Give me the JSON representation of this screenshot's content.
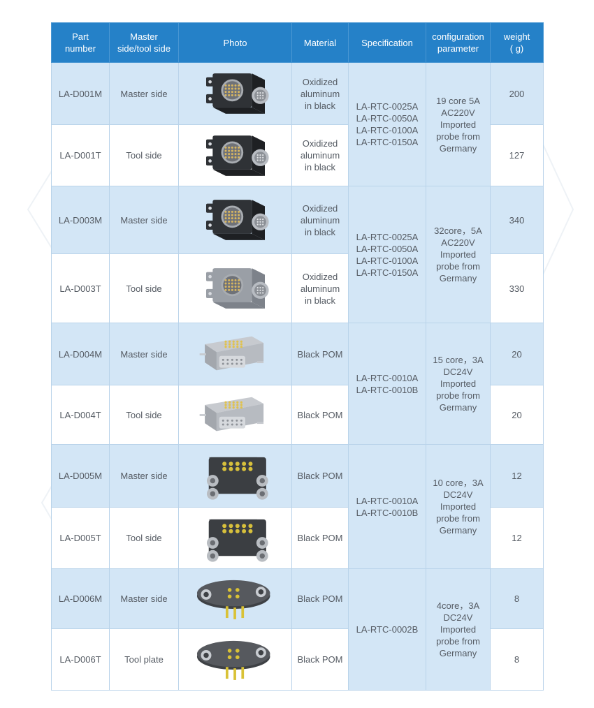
{
  "header": {
    "part_number": [
      "Part",
      "number"
    ],
    "side": [
      "Master",
      "side/tool side"
    ],
    "photo": "Photo",
    "material": "Material",
    "specification": "Specification",
    "configuration": [
      "configuration",
      "parameter"
    ],
    "weight": [
      "weight",
      "( g)"
    ]
  },
  "rows": [
    {
      "part": "LA-D001M",
      "side": "Master side",
      "photo_icon": "connector-block-icon",
      "material": [
        "Oxidized",
        "aluminum",
        "in black"
      ],
      "weight": "200"
    },
    {
      "part": "LA-D001T",
      "side": "Tool side",
      "photo_icon": "connector-block-icon",
      "material": [
        "Oxidized",
        "aluminum",
        "in black"
      ],
      "weight": "127"
    },
    {
      "part": "LA-D003M",
      "side": "Master side",
      "photo_icon": "connector-block-icon",
      "material": [
        "Oxidized",
        "aluminum",
        "in black"
      ],
      "weight": "340"
    },
    {
      "part": "LA-D003T",
      "side": "Tool side",
      "photo_icon": "connector-block-icon",
      "material": [
        "Oxidized",
        "aluminum",
        "in black"
      ],
      "weight": "330"
    },
    {
      "part": "LA-D004M",
      "side": "Master side",
      "photo_icon": "d-sub-connector-icon",
      "material": [
        "Black POM"
      ],
      "weight": "20"
    },
    {
      "part": "LA-D004T",
      "side": "Tool side",
      "photo_icon": "d-sub-connector-icon",
      "material": [
        "Black POM"
      ],
      "weight": "20"
    },
    {
      "part": "LA-D005M",
      "side": "Master side",
      "photo_icon": "pin-block-icon",
      "material": [
        "Black POM"
      ],
      "weight": "12"
    },
    {
      "part": "LA-D005T",
      "side": "Tool side",
      "photo_icon": "pin-block-icon",
      "material": [
        "Black POM"
      ],
      "weight": "12"
    },
    {
      "part": "LA-D006M",
      "side": "Master side",
      "photo_icon": "oval-plate-icon",
      "material": [
        "Black POM"
      ],
      "weight": "8"
    },
    {
      "part": "LA-D006T",
      "side": "Tool plate",
      "photo_icon": "oval-plate-icon",
      "material": [
        "Black POM"
      ],
      "weight": "8"
    }
  ],
  "groups": [
    {
      "specification": [
        "LA-RTC-0025A",
        "LA-RTC-0050A",
        "LA-RTC-0100A",
        "LA-RTC-0150A"
      ],
      "configuration": [
        "19 core 5A",
        "AC220V",
        "Imported",
        "probe from",
        "Germany"
      ]
    },
    {
      "specification": [
        "LA-RTC-0025A",
        "LA-RTC-0050A",
        "LA-RTC-0100A",
        "LA-RTC-0150A"
      ],
      "configuration": [
        "32core，5A",
        "AC220V",
        "Imported",
        "probe from",
        "Germany"
      ]
    },
    {
      "specification": [
        "LA-RTC-0010A",
        "LA-RTC-0010B"
      ],
      "configuration": [
        "15 core，3A",
        "DC24V",
        "Imported",
        "probe from",
        "Germany"
      ]
    },
    {
      "specification": [
        "LA-RTC-0010A",
        "LA-RTC-0010B"
      ],
      "configuration": [
        "10 core，3A",
        "DC24V",
        "Imported",
        "probe from",
        "Germany"
      ]
    },
    {
      "specification": [
        "LA-RTC-0002B"
      ],
      "configuration": [
        "4core，3A",
        "DC24V",
        "Imported",
        "probe from",
        "Germany"
      ]
    }
  ],
  "colors": {
    "header_bg": "#2581c8",
    "master_row_bg": "#d3e6f6",
    "tool_row_bg": "#ffffff",
    "border": "#b9d3ea",
    "text": "#555b63"
  }
}
